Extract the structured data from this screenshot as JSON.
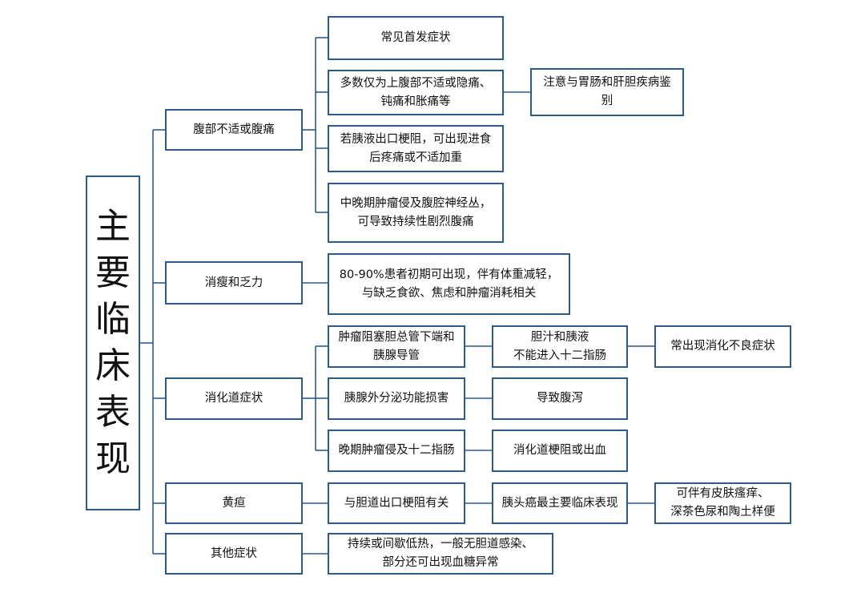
{
  "root": {
    "label": "主\n要\n临\n床\n表\n现"
  },
  "categories": [
    {
      "label": "腹部不适或腹痛"
    },
    {
      "label": "消瘦和乏力"
    },
    {
      "label": "消化道症状"
    },
    {
      "label": "黄疸"
    },
    {
      "label": "其他症状"
    }
  ],
  "abdominal": [
    {
      "label": "常见首发症状"
    },
    {
      "label": "多数仅为上腹部不适或隐痛、\n钝痛和胀痛等"
    },
    {
      "label": "若胰液出口梗阻，可出现进食\n后疼痛或不适加重"
    },
    {
      "label": "中晚期肿瘤侵及腹腔神经丛，\n可导致持续性剧烈腹痛"
    }
  ],
  "abdominal_note": {
    "label": "注意与胃肠和肝胆疾病鉴\n别"
  },
  "weight_loss": {
    "label": "80-90%患者初期可出现，伴有体重减轻，\n与缺乏食欲、焦虑和肿瘤消耗相关"
  },
  "digestive": [
    {
      "label": "肿瘤阻塞胆总管下端和\n胰腺导管",
      "effect": "胆汁和胰液\n不能进入十二指肠",
      "result": "常出现消化不良症状"
    },
    {
      "label": "胰腺外分泌功能损害",
      "effect": "导致腹泻"
    },
    {
      "label": "晚期肿瘤侵及十二指肠",
      "effect": "消化道梗阻或出血"
    }
  ],
  "jaundice": {
    "cause": "与胆道出口梗阻有关",
    "significance": "胰头癌最主要临床表现",
    "accompany": "可伴有皮肤瘙痒、\n深茶色尿和陶土样便"
  },
  "other": {
    "label": "持续或间歇低热，一般无胆道感染、\n部分还可出现血糖异常"
  },
  "colors": {
    "border": "#2E5A8A",
    "line": "#2E5A8A",
    "text": "#111111",
    "background": "#ffffff"
  }
}
